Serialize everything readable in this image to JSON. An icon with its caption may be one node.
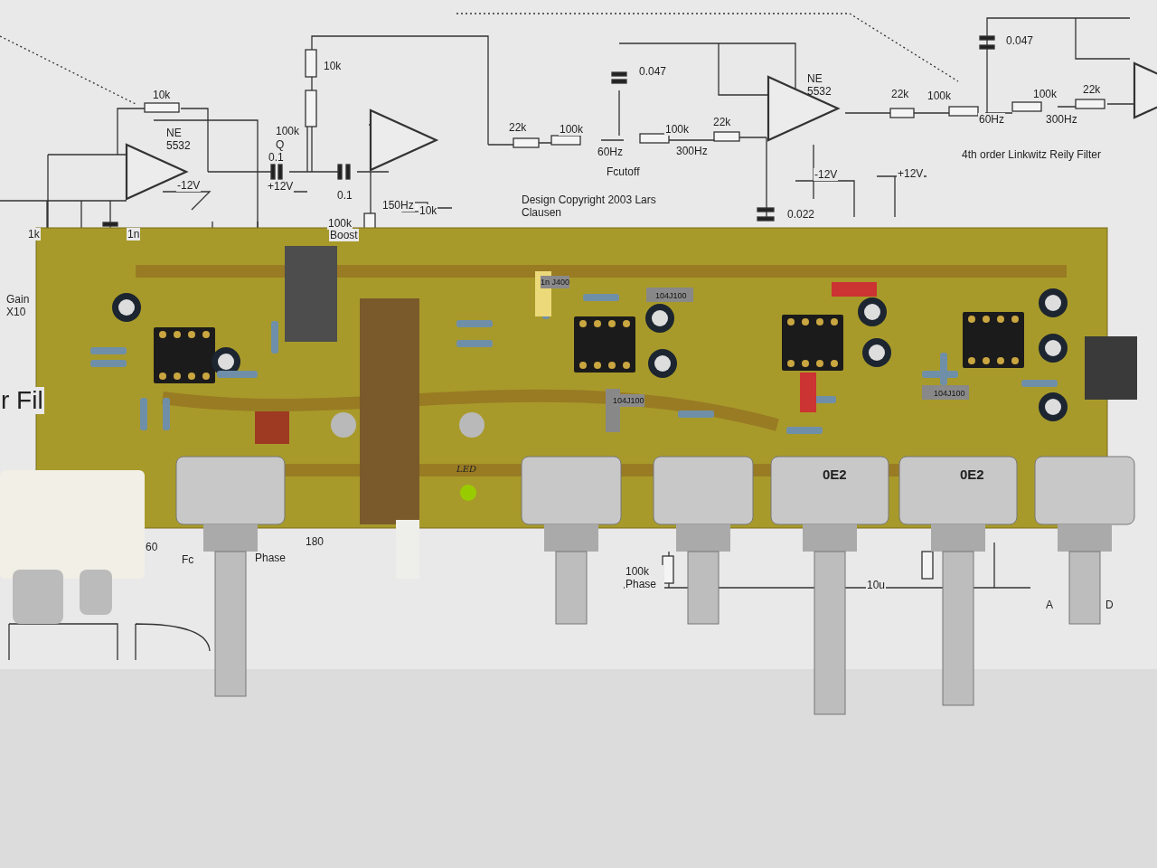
{
  "diagram": {
    "labels": [
      "0.047",
      "10k",
      "0.047",
      "NE 5532",
      "22k",
      "100k",
      "100k",
      "22k",
      "10k",
      "60Hz",
      "300Hz",
      "NE 5532",
      "100k",
      "Q",
      "0.1",
      "-12V",
      "+12V",
      "0.1",
      "22k",
      "100k",
      "100k",
      "22k",
      "60Hz",
      "300Hz",
      "Fcutoff",
      "4th order Linkwitz Reily Filter",
      "-12V",
      "+12V",
      "Design Copyright 2003 Lars Clausen",
      "150Hz",
      "10k",
      "100k",
      "Boost",
      "0.022",
      "1k",
      "1n",
      "Gain X10",
      "1n J400",
      "104J100",
      "r Fil",
      "104J100",
      "104J100",
      "LED",
      "0E2",
      "0E2",
      "60",
      "180",
      "Fc",
      "Phase",
      "100k Phase",
      "10u",
      "A",
      "D"
    ]
  }
}
